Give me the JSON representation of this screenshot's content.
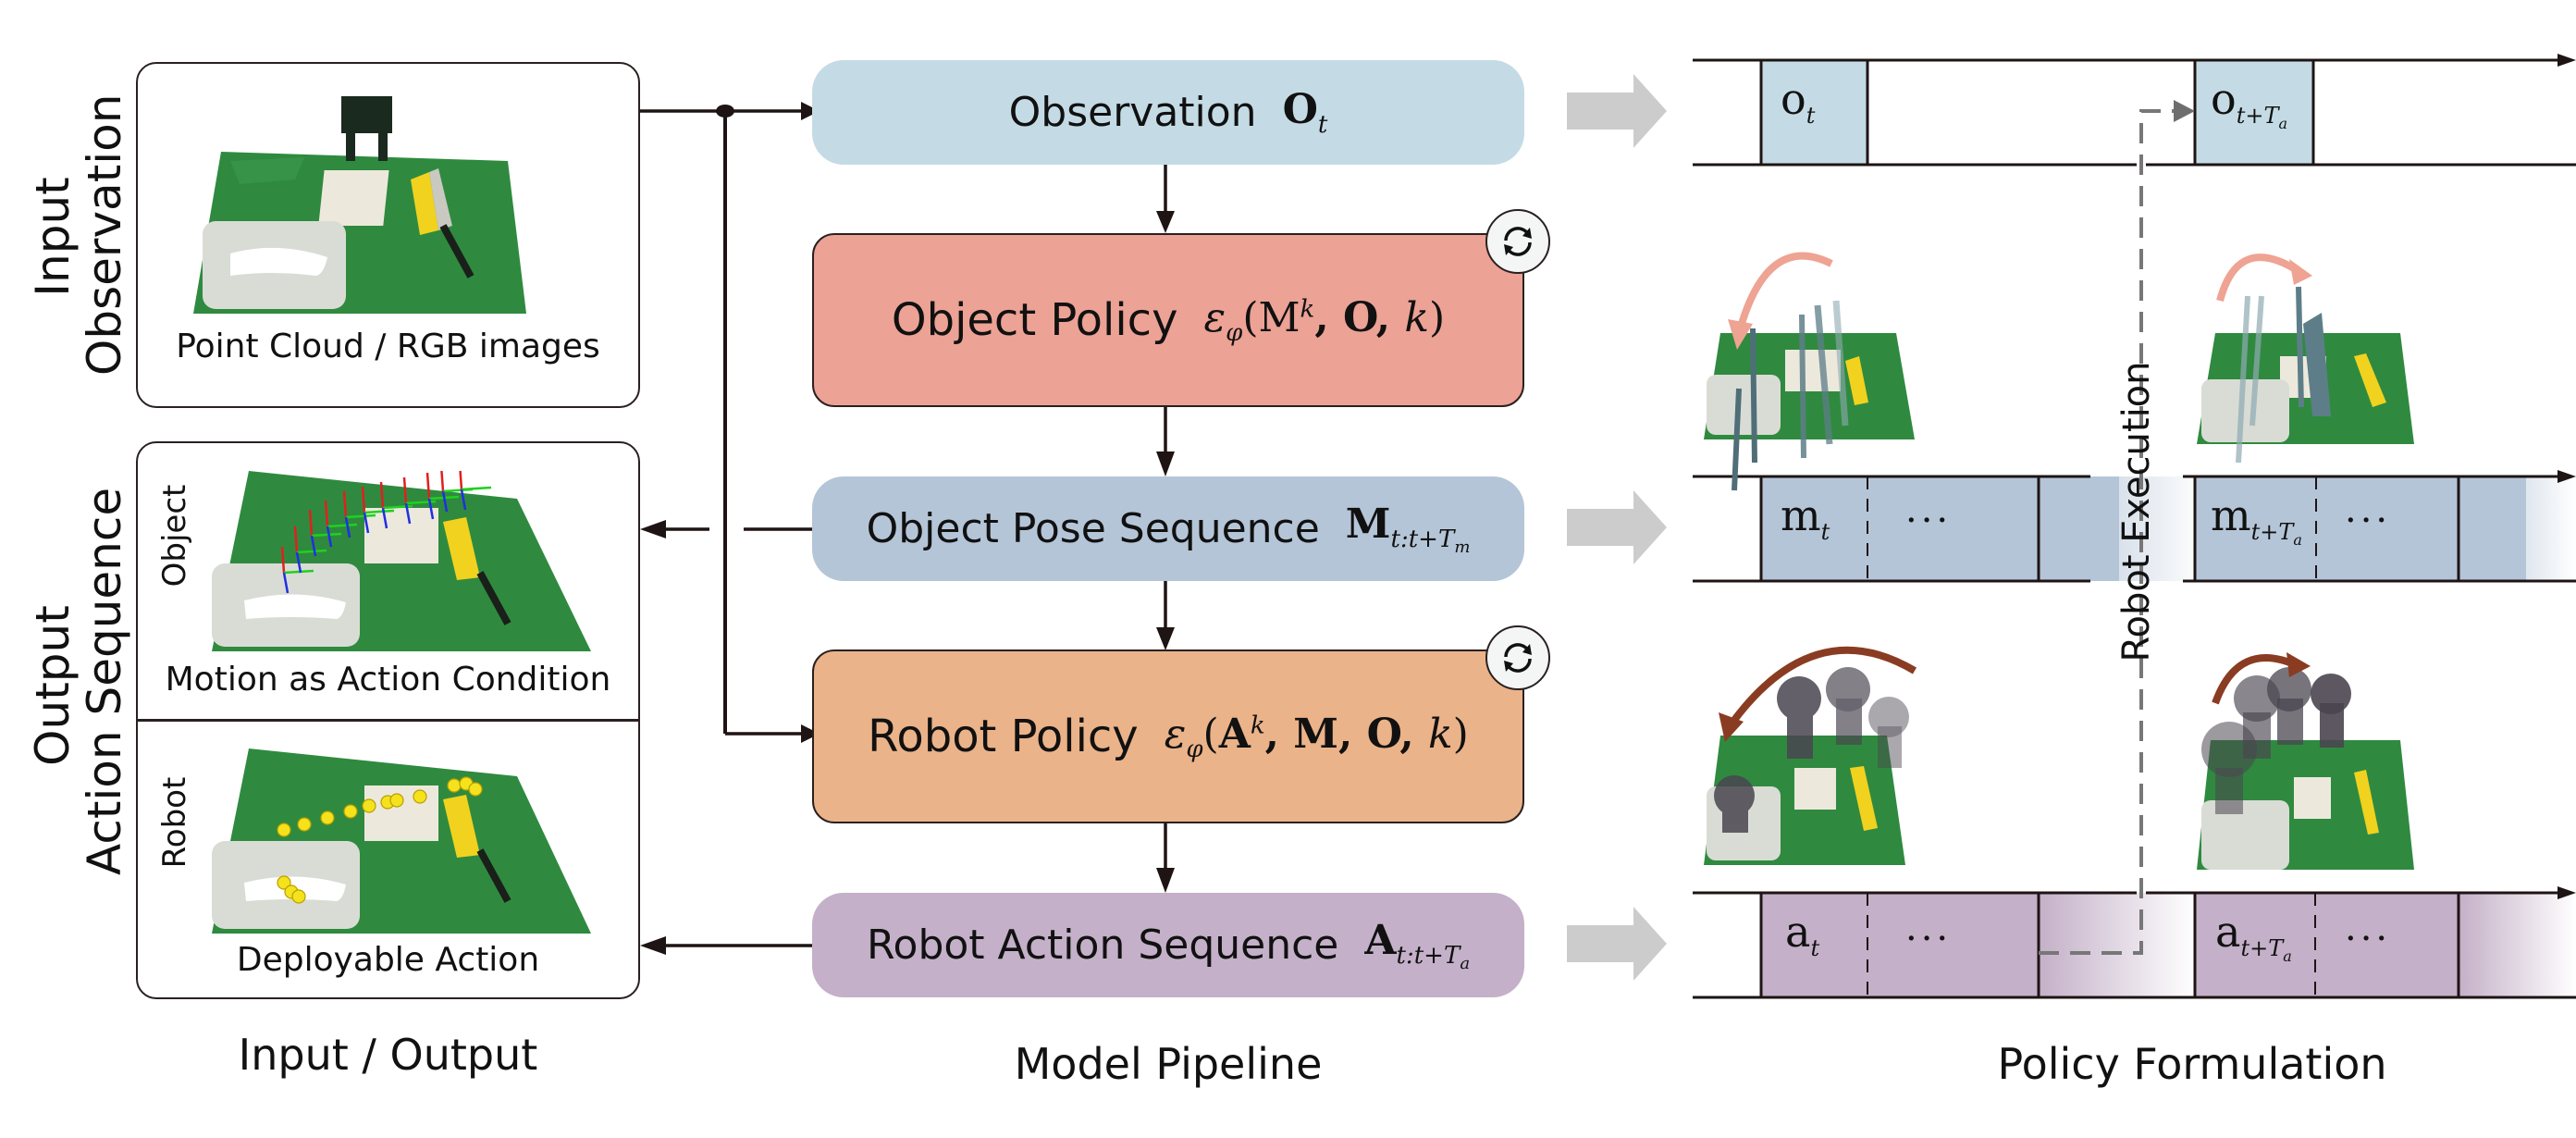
{
  "colors": {
    "observation": "#c4dbe5",
    "object_policy": "#eca295",
    "object_pose_sequence": "#b5c5d8",
    "robot_policy": "#ebb389",
    "robot_action_sequence": "#c4b0c8",
    "gray_arrow": "#cbcccb",
    "object_motion_arc": "#eea393",
    "robot_motion_arc": "#8a3c22",
    "table_green": "#2f8a3f",
    "gripper_yellow": "#f1d21e"
  },
  "left": {
    "input_label_line1": "Input",
    "input_label_line2": "Observation",
    "output_label_line1": "Output",
    "output_label_line2": "Action Sequence",
    "input_caption": "Point Cloud / RGB images",
    "object_side_label": "Object",
    "object_caption": "Motion as Action Condition",
    "robot_side_label": "Robot",
    "robot_caption": "Deployable Action",
    "section_title": "Input / Output"
  },
  "pipeline": {
    "observation": {
      "label": "Observation",
      "math_symbol": "O",
      "math_sub": "t"
    },
    "object_policy": {
      "label": "Object Policy",
      "math_eps_sub": "φ",
      "math_args_pre": "(",
      "math_M": "M",
      "math_sup": "k",
      "math_rest": ", O, ",
      "math_k": "k",
      "math_close": ")"
    },
    "object_pose_sequence": {
      "label": "Object Pose Sequence",
      "math_symbol": "M",
      "math_sub": "t:t+T",
      "math_sub_sub": "m"
    },
    "robot_policy": {
      "label": "Robot Policy",
      "math_eps_sub": "φ",
      "math_args_pre": "(",
      "math_A": "A",
      "math_sup": "k",
      "math_rest": ", M, O, ",
      "math_k": "k",
      "math_close": ")"
    },
    "robot_action_sequence": {
      "label": "Robot Action Sequence",
      "math_symbol": "A",
      "math_sub": "t:t+T",
      "math_sub_sub": "a"
    },
    "section_title": "Model Pipeline",
    "refresh_icon": "refresh-cycle-icon"
  },
  "policy": {
    "obs_cell_1": {
      "symbol": "o",
      "sub": "t"
    },
    "obs_cell_2": {
      "symbol": "o",
      "sub": "t+T",
      "sub_sub": "a"
    },
    "pose_cell_1": {
      "symbol": "m",
      "sub": "t"
    },
    "pose_cell_2": {
      "symbol": "m",
      "sub": "t+T",
      "sub_sub": "a"
    },
    "act_cell_1": {
      "symbol": "a",
      "sub": "t"
    },
    "act_cell_2": {
      "symbol": "a",
      "sub": "t+T",
      "sub_sub": "a"
    },
    "ellipsis": "···",
    "execution_label": "Robot Execution",
    "section_title": "Policy Formulation"
  }
}
